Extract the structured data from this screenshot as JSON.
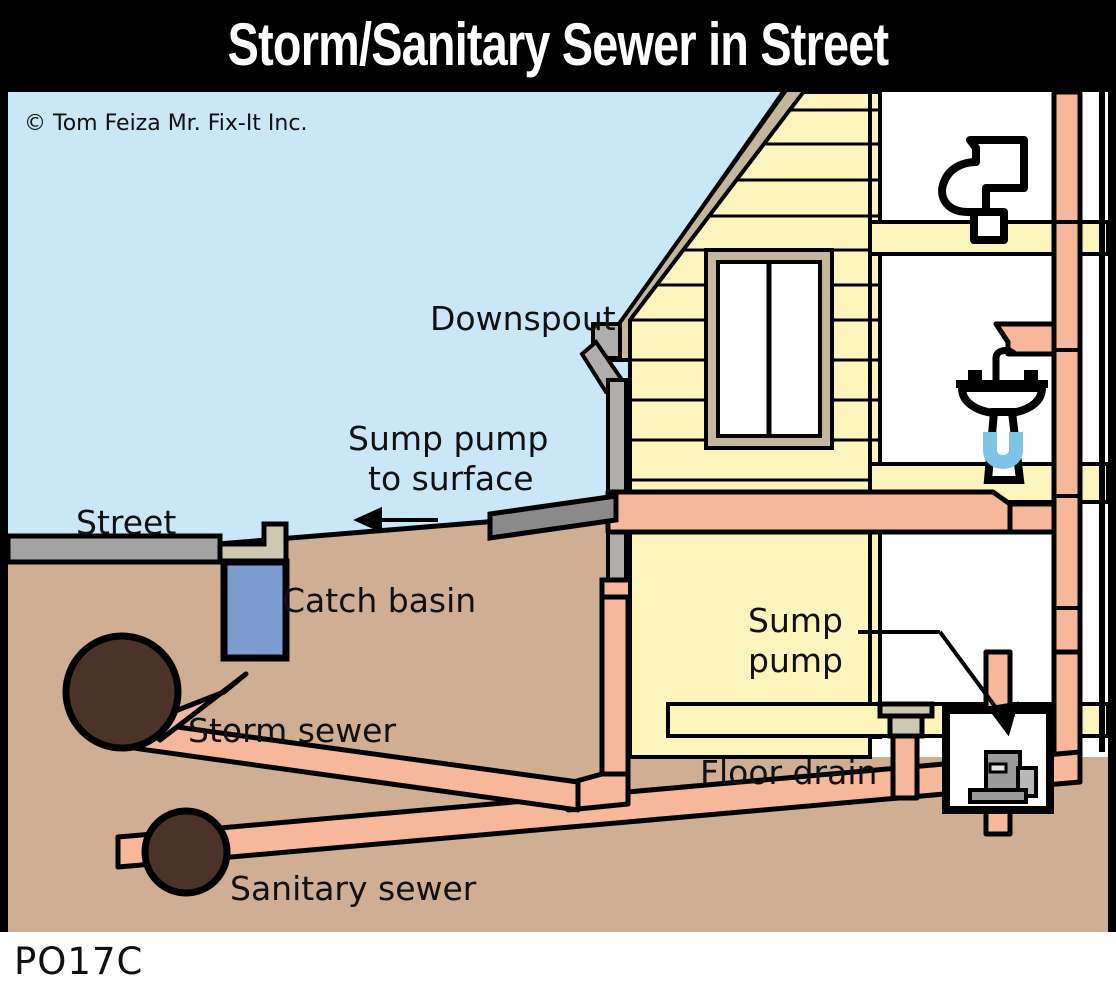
{
  "header": {
    "title": "Storm/Sanitary Sewer in Street"
  },
  "footer": {
    "code": "PO17C"
  },
  "illustration": {
    "copyright": "© Tom Feiza Mr. Fix-It Inc.",
    "labels": {
      "downspout": "Downspout",
      "sump_pump_to_surface_line1": "Sump pump",
      "sump_pump_to_surface_line2": "to surface",
      "street": "Street",
      "catch_basin": "Catch basin",
      "storm_sewer": "Storm sewer",
      "sanitary_sewer": "Sanitary sewer",
      "sump_pump_line1": "Sump",
      "sump_pump_line2": "pump",
      "floor_drain": "Floor drain"
    },
    "colors": {
      "sky": "#c9e7f7",
      "soil": "#cfae93",
      "street_asphalt": "#a3a3a3",
      "curb": "#cfc8b0",
      "siding": "#fcf4bd",
      "roof_fascia": "#c3b69d",
      "pipe": "#f7b79a",
      "downspout_gray": "#b0aeac",
      "sewer_main": "#4b3329",
      "catch_basin_water": "#7d9dd1",
      "trap_water": "#7ec3e8",
      "pump_body": "#9a9a9a",
      "outline": "#000000",
      "title_text": "#ffffff",
      "title_bg": "#000000"
    },
    "components": [
      {
        "name": "storm-sewer-main",
        "type": "circle",
        "label": "Storm sewer"
      },
      {
        "name": "sanitary-sewer-main",
        "type": "circle",
        "label": "Sanitary sewer"
      },
      {
        "name": "catch-basin",
        "type": "rect",
        "label": "Catch basin"
      },
      {
        "name": "downspout",
        "type": "pipe",
        "label": "Downspout"
      },
      {
        "name": "sump-pump",
        "type": "pump",
        "label": "Sump pump"
      },
      {
        "name": "floor-drain",
        "type": "drain",
        "label": "Floor drain"
      },
      {
        "name": "toilet",
        "type": "fixture",
        "label": ""
      },
      {
        "name": "sink",
        "type": "fixture",
        "label": ""
      }
    ]
  }
}
